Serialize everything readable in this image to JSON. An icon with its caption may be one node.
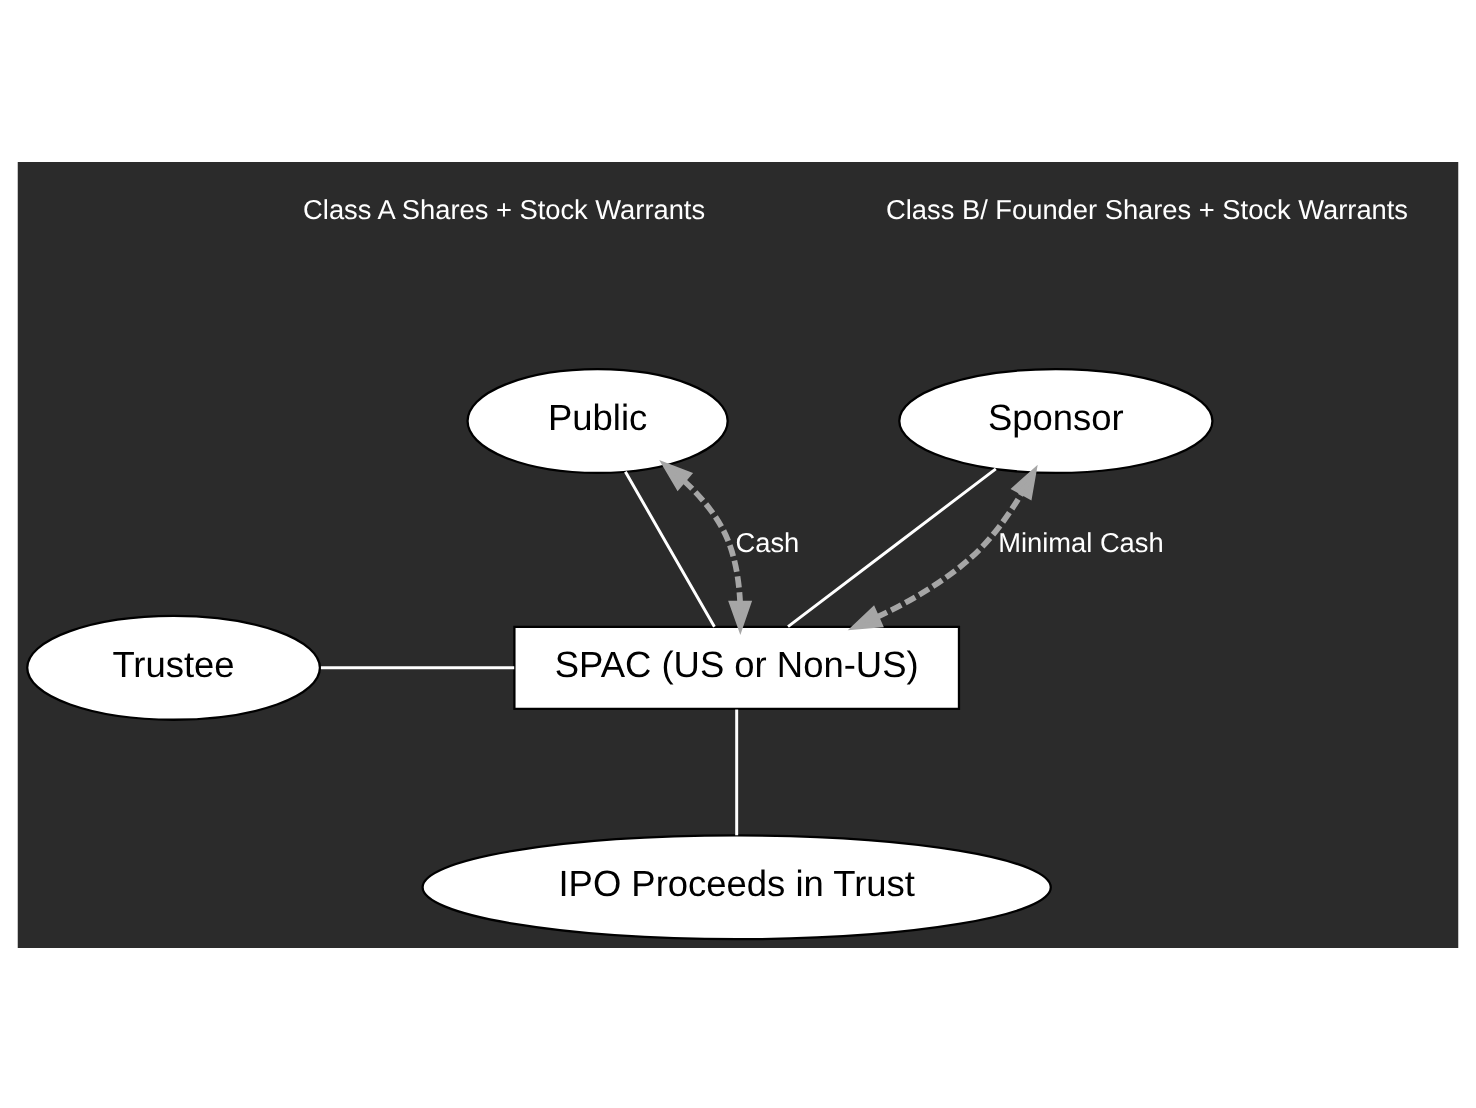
{
  "diagram": {
    "nodes": [
      {
        "text": [
          "Sponsor"
        ]
      },
      {
        "text": [
          "Public"
        ]
      },
      {
        "text": [
          "Trustee"
        ]
      },
      {
        "text": [
          "SPAC (US or Non-US)"
        ]
      },
      {
        "text": [
          "IPO Proceeds in Trust"
        ]
      }
    ],
    "edges": [
      {
        "from": 0,
        "to": 3,
        "arrow": "none"
      },
      {
        "from": 1,
        "to": 3,
        "arrow": "none"
      },
      {
        "from": 2,
        "to": 3,
        "arrow": "none"
      },
      {
        "from": 3,
        "to": 4,
        "arrow": "none"
      },
      {
        "from": 3,
        "to": 0,
        "arrow": "both",
        "style": "dashed",
        "color": "#a6a6a6",
        "label": "Minimal Cash"
      },
      {
        "from": 3,
        "to": 1,
        "arrow": "both",
        "style": "dashed",
        "color": "#a6a6a6",
        "label": "Cash"
      }
    ],
    "labels": [
      "Class B/ Founder Shares + Stock Warrants",
      "Class A Shares + Stock Warrants"
    ]
  }
}
